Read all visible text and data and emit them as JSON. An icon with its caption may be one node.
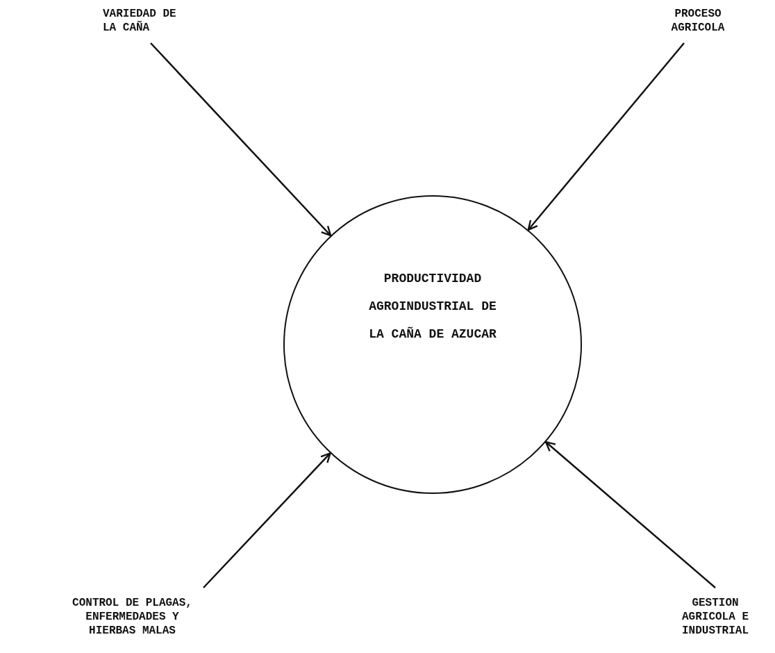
{
  "diagram": {
    "nodes": [
      {
        "text": [
          "PRODUCTIVIDAD AGROINDUSTRIAL DE LA CAÑA DE AZUCAR"
        ]
      },
      {
        "text": [
          "VARIEDAD DE LA CAÑA"
        ]
      },
      {
        "text": [
          "PROCESO AGRICOLA"
        ]
      },
      {
        "text": [
          "CONTROL DE PLAGAS, ENFERMEDADES Y HIERBAS MALAS"
        ]
      },
      {
        "text": [
          "GESTION AGRICOLA E INDUSTRIAL"
        ]
      }
    ],
    "edges": [
      {
        "from": 1,
        "to": 0,
        "arrow": "to"
      },
      {
        "from": 2,
        "to": 0,
        "arrow": "to"
      },
      {
        "from": 3,
        "to": 0,
        "arrow": "to"
      },
      {
        "from": 4,
        "to": 0,
        "arrow": "to"
      }
    ]
  }
}
